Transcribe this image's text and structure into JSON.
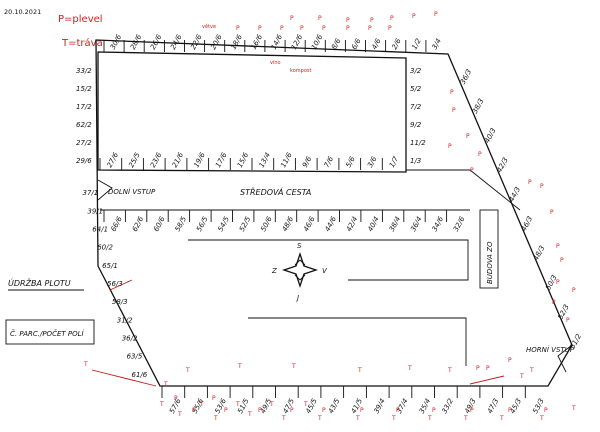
{
  "header": {
    "date": "20.10.2021",
    "legend_p": "P=plevel",
    "legend_t": "T=tráva"
  },
  "side_labels": {
    "udrzba": "ÚDRŽBA PLOTU",
    "parc_box": "Č. PARC./POČET POLÍ",
    "dolni_vstup": "DOLNÍ VSTUP",
    "horni_vstup": "HORNÍ VSTUP",
    "stredova_cesta": "STŘEDOVÁ CESTA",
    "budova": "BUDOVA ZO"
  },
  "compass": {
    "n": "S",
    "s": "J",
    "w": "Z",
    "e": "V"
  },
  "red_notes": {
    "vetve": "větve",
    "vino": "víno",
    "kompost": "kompost"
  },
  "plots": {
    "top_row": [
      "30/6",
      "28/6",
      "26/6",
      "24/6",
      "22/6",
      "20/6",
      "18/6",
      "16/6",
      "14/6",
      "12/6",
      "10/6",
      "8/6",
      "6/6",
      "4/6",
      "2/6",
      "1/2",
      "3/4"
    ],
    "right_col": [
      "3/2",
      "5/2",
      "7/2",
      "9/2",
      "11/2",
      "1/3"
    ],
    "left_col": [
      "33/2",
      "15/2",
      "17/2",
      "62/2",
      "27/2",
      "29/6"
    ],
    "upper_bottom": [
      "27/6",
      "25/5",
      "23/6",
      "21/6",
      "19/6",
      "17/6",
      "15/6",
      "13/4",
      "11/6",
      "9/6",
      "7/6",
      "5/6",
      "3/6",
      "1/7"
    ],
    "left_lower": [
      "37/1",
      "39/1",
      "64/1",
      "60/2",
      "65/1",
      "56/3",
      "58/3",
      "31/2",
      "36/2",
      "63/5",
      "61/6"
    ],
    "middle_row": [
      "66/6",
      "62/6",
      "60/6",
      "58/5",
      "56/5",
      "54/5",
      "52/5",
      "50/6",
      "48/6",
      "46/6",
      "44/6",
      "42/4",
      "40/4",
      "38/4",
      "36/4",
      "34/6",
      "32/6"
    ],
    "bottom_row": [
      "57/6",
      "55/6",
      "53/6",
      "51/5",
      "49/5",
      "47/5",
      "45/5",
      "43/5",
      "41/5",
      "39/4",
      "37/4",
      "35/4",
      "33/2",
      "49/3",
      "47/3",
      "45/3",
      "53/3"
    ],
    "diagonal": [
      "36/3",
      "38/3",
      "40/3",
      "42/3",
      "44/3",
      "46/3",
      "48/3",
      "50/3",
      "52/3",
      "51/2"
    ]
  },
  "markers": {
    "p": "P",
    "t": "T",
    "p_count": 46,
    "t_count": 27
  }
}
